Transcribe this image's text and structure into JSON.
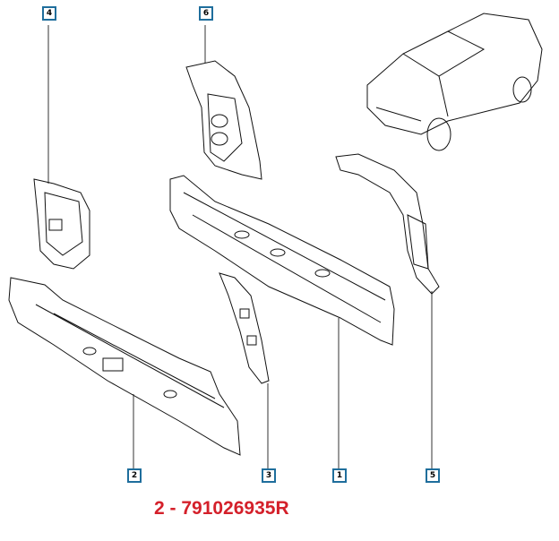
{
  "callouts": [
    "1",
    "2",
    "3",
    "4",
    "5",
    "6"
  ],
  "part_label": "2 - 791026935R",
  "colors": {
    "callout_border": "#1f6e9c",
    "label": "#d4202a"
  }
}
